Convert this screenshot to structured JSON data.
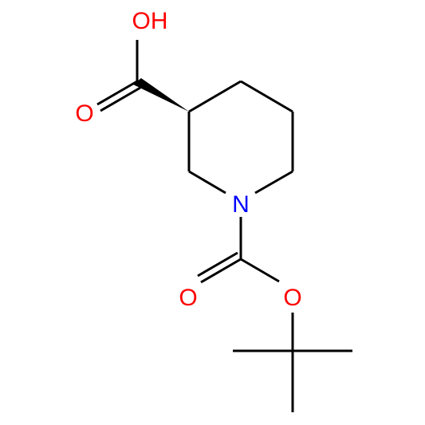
{
  "molecule": {
    "atom_labels": {
      "hydroxyl": "OH",
      "carbonyl_oxygen_acid": "O",
      "nitrogen": "N",
      "carbonyl_oxygen_carbamate": "O",
      "ester_oxygen": "O"
    },
    "colors": {
      "bond": "#000000",
      "oxygen": "#ff0000",
      "nitrogen": "#0000ff"
    }
  }
}
